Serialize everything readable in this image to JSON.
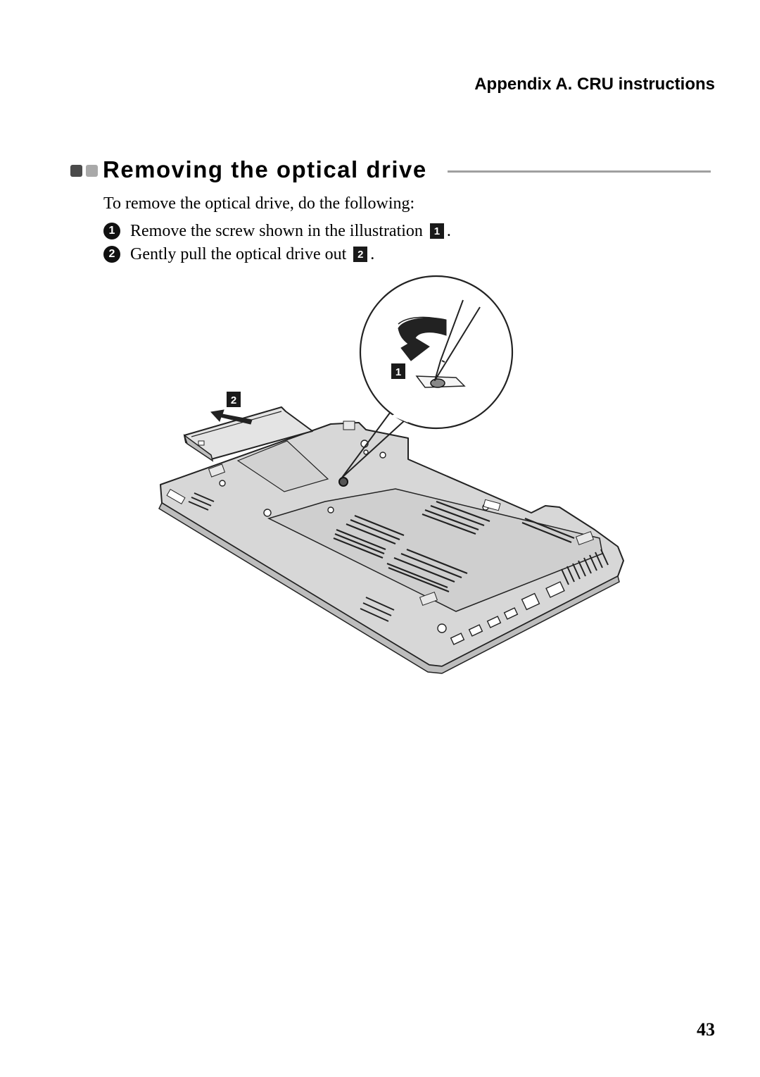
{
  "header": {
    "running_head": "Appendix A. CRU instructions"
  },
  "section": {
    "title": "Removing the optical drive"
  },
  "content": {
    "intro": "To remove the optical drive, do the following:",
    "steps": [
      {
        "number": "1",
        "text": "Remove the screw shown in the illustration",
        "callout": "1",
        "suffix": "."
      },
      {
        "number": "2",
        "text": "Gently pull the optical drive out",
        "callout": "2",
        "suffix": "."
      }
    ]
  },
  "figure": {
    "callouts": [
      "1",
      "2"
    ]
  },
  "footer": {
    "page_number": "43"
  }
}
